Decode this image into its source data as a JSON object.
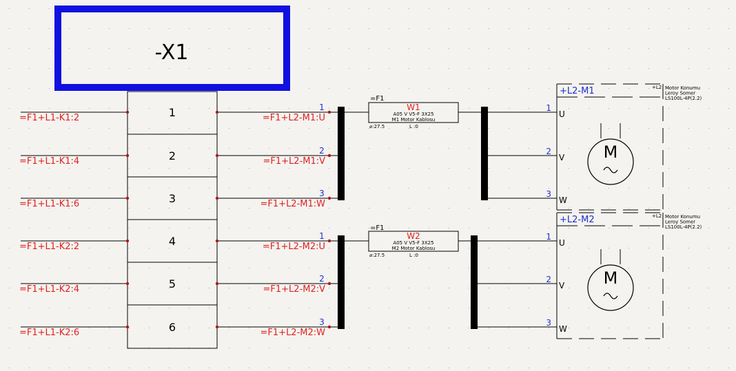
{
  "terminal_strip": {
    "title": "-X1",
    "terminals": [
      "1",
      "2",
      "3",
      "4",
      "5",
      "6"
    ],
    "left_refs": [
      "=F1+L1-K1:2",
      "=F1+L1-K1:4",
      "=F1+L1-K1:6",
      "=F1+L1-K2:2",
      "=F1+L1-K2:4",
      "=F1+L1-K2:6"
    ],
    "right_refs": [
      "=F1+L2-M1:U",
      "=F1+L2-M1:V",
      "=F1+L2-M1:W",
      "=F1+L2-M2:U",
      "=F1+L2-M2:V",
      "=F1+L2-M2:W"
    ]
  },
  "cables": [
    {
      "function": "=F1",
      "name": "W1",
      "type": "A05 V V5-F 3X25",
      "desc": "M1 Motor Kablosu",
      "diameter": "⌀:27.5",
      "length": "L :0",
      "wires": [
        "1",
        "2",
        "3"
      ]
    },
    {
      "function": "=F1",
      "name": "W2",
      "type": "A05 V V5-F 3X25",
      "desc": "M2 Motor Kablosu",
      "diameter": "⌀:27.5",
      "length": "L :0",
      "wires": [
        "1",
        "2",
        "3"
      ]
    }
  ],
  "motors": [
    {
      "tag": "+L2-M1",
      "location": "+L2",
      "info": [
        "Motor Konumu",
        "Leroy Somer",
        "LS100L-4P(2.2)"
      ],
      "symbol": "M",
      "pin_numbers": [
        "1",
        "2",
        "3"
      ],
      "pins": [
        "U",
        "V",
        "W"
      ]
    },
    {
      "tag": "+L2-M2",
      "location": "+L2",
      "info": [
        "Motor Konumu",
        "Leroy Somer",
        "LS100L-4P(2.2)"
      ],
      "symbol": "M",
      "pin_numbers": [
        "1",
        "2",
        "3"
      ],
      "pins": [
        "U",
        "V",
        "W"
      ]
    }
  ],
  "colors": {
    "reference": "#e02020",
    "wire_number": "#1f2fd0",
    "highlight": "#1010e0",
    "line": "#000000",
    "background": "#f4f3ef"
  }
}
